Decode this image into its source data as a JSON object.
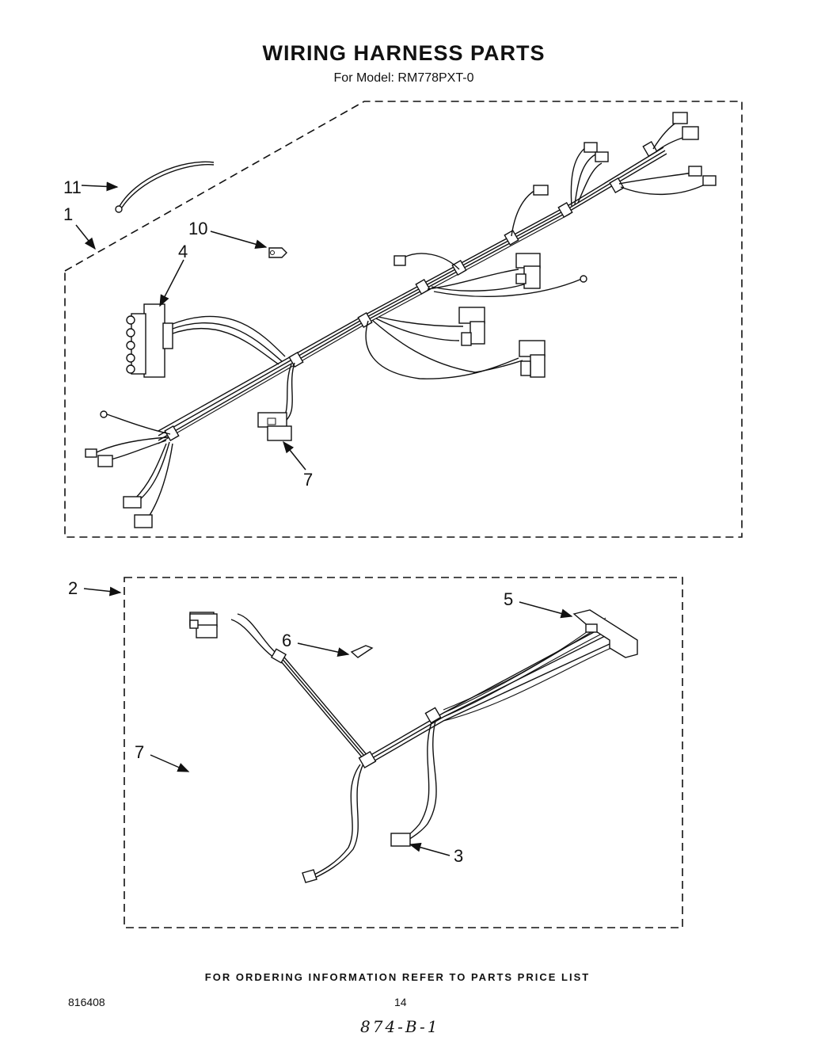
{
  "header": {
    "title": "WIRING HARNESS PARTS",
    "subtitle": "For Model: RM778PXT-0"
  },
  "callouts": {
    "c1": "1",
    "c2": "2",
    "c3": "3",
    "c4": "4",
    "c5": "5",
    "c6": "6",
    "c7a": "7",
    "c7b": "7",
    "c10": "10",
    "c11": "11"
  },
  "footer": {
    "note": "FOR ORDERING INFORMATION REFER TO PARTS PRICE LIST",
    "doc_number": "816408",
    "page_number": "14",
    "handwritten": "874-B-1"
  }
}
